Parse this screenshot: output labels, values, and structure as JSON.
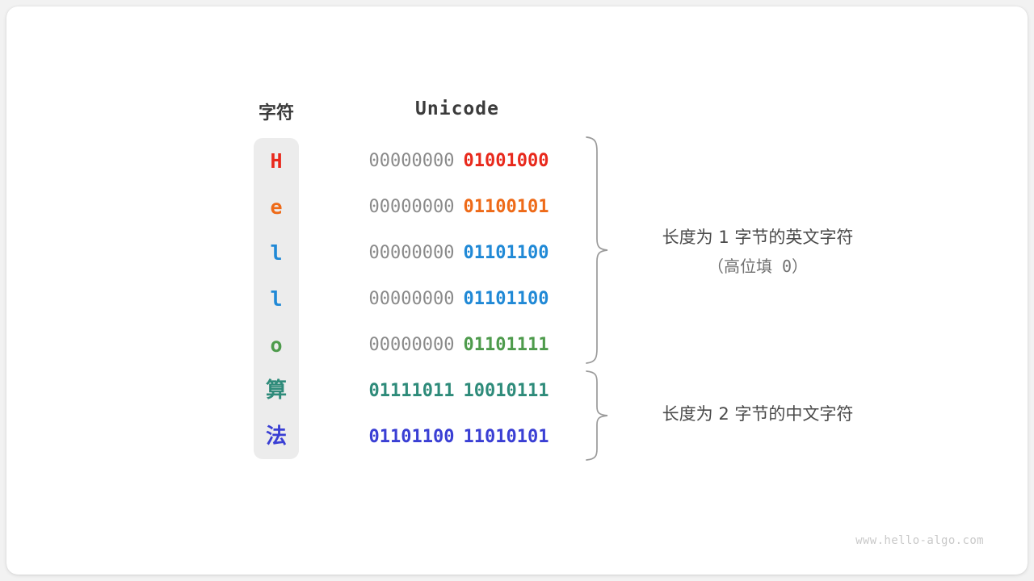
{
  "headers": {
    "char": "字符",
    "encoding": "Unicode"
  },
  "rows": [
    {
      "char": "H",
      "char_color": "#E8291C",
      "pad_byte": "00000000",
      "sig_byte": "01001000",
      "sig_color": "#E8291C",
      "pad_visible": true,
      "cjk": false
    },
    {
      "char": "e",
      "char_color": "#EE6A18",
      "pad_byte": "00000000",
      "sig_byte": "01100101",
      "sig_color": "#EE6A18",
      "pad_visible": true,
      "cjk": false
    },
    {
      "char": "l",
      "char_color": "#2089D6",
      "pad_byte": "00000000",
      "sig_byte": "01101100",
      "sig_color": "#2089D6",
      "pad_visible": true,
      "cjk": false
    },
    {
      "char": "l",
      "char_color": "#2089D6",
      "pad_byte": "00000000",
      "sig_byte": "01101100",
      "sig_color": "#2089D6",
      "pad_visible": true,
      "cjk": false
    },
    {
      "char": "o",
      "char_color": "#4E9B4C",
      "pad_byte": "00000000",
      "sig_byte": "01101111",
      "sig_color": "#4E9B4C",
      "pad_visible": true,
      "cjk": false
    },
    {
      "char": "算",
      "char_color": "#2E8B7A",
      "pad_byte": "01111011",
      "sig_byte": "10010111",
      "sig_color": "#2E8B7A",
      "pad_visible": false,
      "cjk": true
    },
    {
      "char": "法",
      "char_color": "#3A3FD4",
      "pad_byte": "01101100",
      "sig_byte": "11010101",
      "sig_color": "#3A3FD4",
      "pad_visible": false,
      "cjk": true
    }
  ],
  "annotations": {
    "group1_line1": "长度为 1 字节的英文字符",
    "group1_line2": "（高位填 0）",
    "group2_line1": "长度为 2 字节的中文字符"
  },
  "watermark": "www.hello-algo.com",
  "colors": {
    "page_background": "#f2f2f2",
    "card_background": "#ffffff",
    "char_column_background": "#ececec",
    "padding_byte": "#8a8a8a",
    "header_text": "#3b3b3b",
    "annotation_text": "#4a4a4a",
    "brace_stroke": "#9a9a9a",
    "watermark_text": "#c9c9c9"
  }
}
